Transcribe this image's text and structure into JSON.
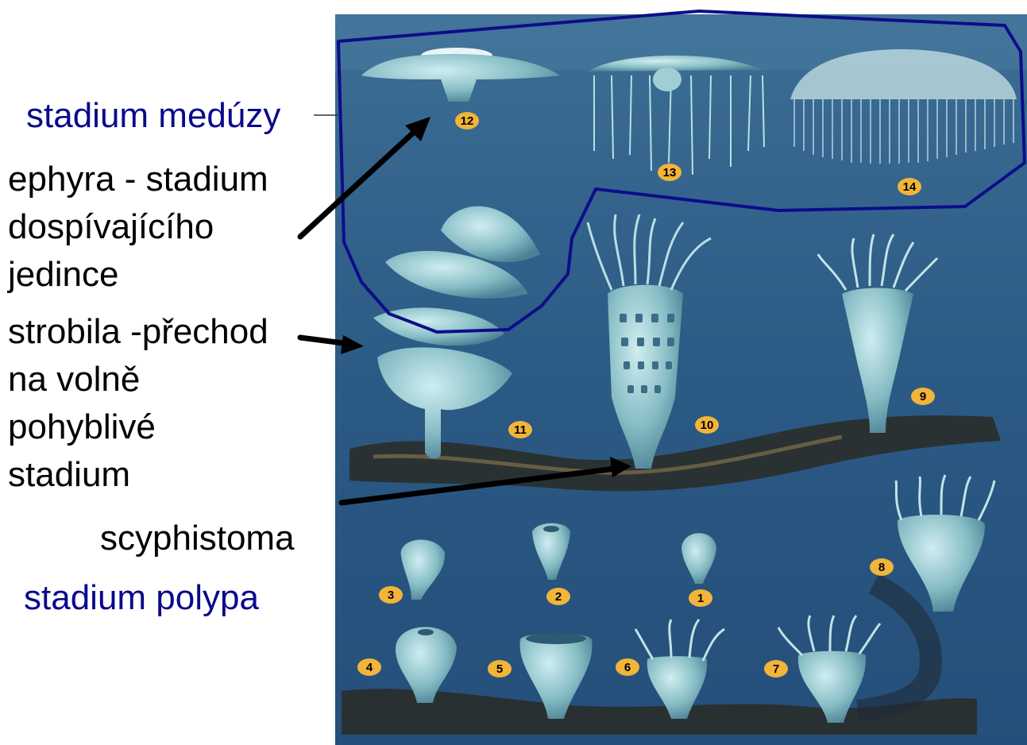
{
  "labels": {
    "stadium_meduzy": "stadium medúzy",
    "ephyra_1": "ephyra - stadium",
    "ephyra_2": "dospívajícího",
    "ephyra_3": "jedince",
    "strobila_1": "strobila -přechod",
    "strobila_2": "na volně",
    "strobila_3": "pohyblivé",
    "strobila_4": "stadium",
    "scyphistoma": "scyphistoma",
    "stadium_polypa": "stadium polypa"
  },
  "stage_numbers": [
    "1",
    "2",
    "3",
    "4",
    "5",
    "6",
    "7",
    "8",
    "9",
    "10",
    "11",
    "12",
    "13",
    "14"
  ],
  "colors": {
    "label_blue": "#0a0a8c",
    "outline_blue": "#0d0d8a",
    "water": "#2f5e86",
    "organism": "#8fc4c8",
    "badge": "#f2b43a"
  }
}
